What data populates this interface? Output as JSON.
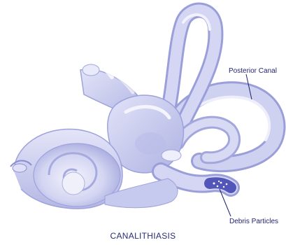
{
  "diagram": {
    "labels": {
      "posterior_canal": "Posterior Canal",
      "debris_particles": "Debris Particles"
    },
    "caption": "CANALITHIASIS"
  },
  "colors": {
    "structure_fill": "#c9cbee",
    "structure_light": "#e7e8f9",
    "structure_shade": "#9b9fd9",
    "outline": "#8a8ed2",
    "label_text": "#1e1f6e",
    "debris": "#3c3fae"
  }
}
